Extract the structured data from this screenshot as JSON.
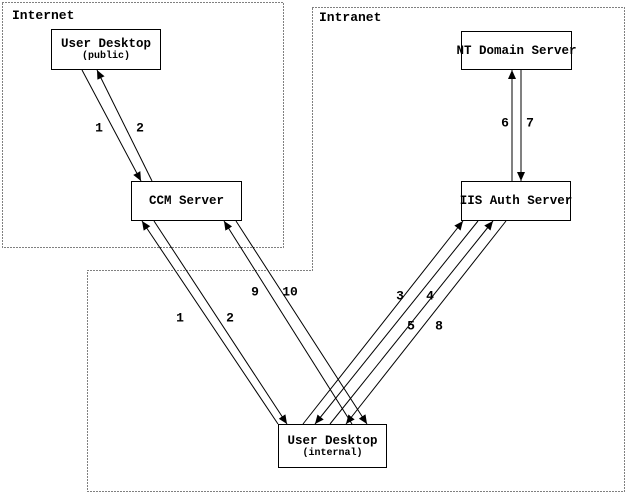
{
  "regions": {
    "internet": {
      "label": "Internet"
    },
    "intranet": {
      "label": "Intranet"
    }
  },
  "nodes": {
    "user_desktop_public": {
      "title": "User Desktop",
      "subtitle": "(public)"
    },
    "nt_domain_server": {
      "title": "NT Domain Server"
    },
    "ccm_server": {
      "title": "CCM Server"
    },
    "iis_auth_server": {
      "title": "IIS Auth Server"
    },
    "user_desktop_internal": {
      "title": "User Desktop",
      "subtitle": "(internal)"
    }
  },
  "edge_labels": {
    "step1_public": "1",
    "step2_public": "2",
    "step1_internal": "1",
    "step2_internal": "2",
    "step3": "3",
    "step4": "4",
    "step5": "5",
    "step6": "6",
    "step7": "7",
    "step8": "8",
    "step9": "9",
    "step10": "10"
  },
  "colors": {
    "foreground": "#000000",
    "background": "#ffffff"
  }
}
